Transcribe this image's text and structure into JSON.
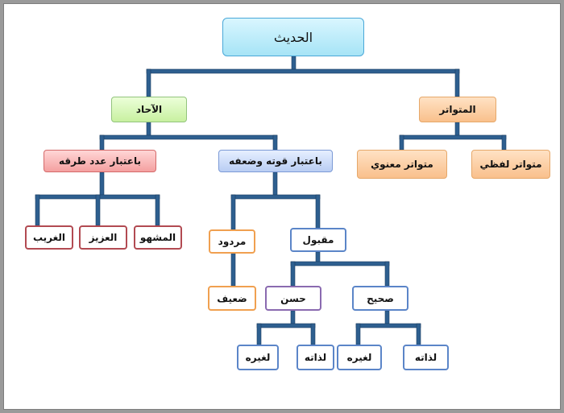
{
  "diagram": {
    "root": "الحديث",
    "ahad": "الآحاد",
    "mutawatir": "المتواتر",
    "by_chains": "باعتبار عدد طرقه",
    "by_strength": "باعتبار قوته وضعفه",
    "mutawatir_manawi": "متواتر معنوي",
    "mutawatir_lafzi": "متواتر لفظي",
    "gharib": "الغريب",
    "aziz": "العزيز",
    "mashhur": "المشهو",
    "mardud": "مردود",
    "maqbul": "مقبول",
    "daif": "ضعيف",
    "hasan": "حسن",
    "sahih": "صحيح",
    "hasan_li_ghayrihi": "لغيره",
    "hasan_li_dhatihi": "لذاته",
    "sahih_li_ghayrihi": "لغيره",
    "sahih_li_dhatihi": "لذاته"
  },
  "colors": {
    "connector": "#2e5f8f",
    "connector_edge": "#1d3f63"
  }
}
